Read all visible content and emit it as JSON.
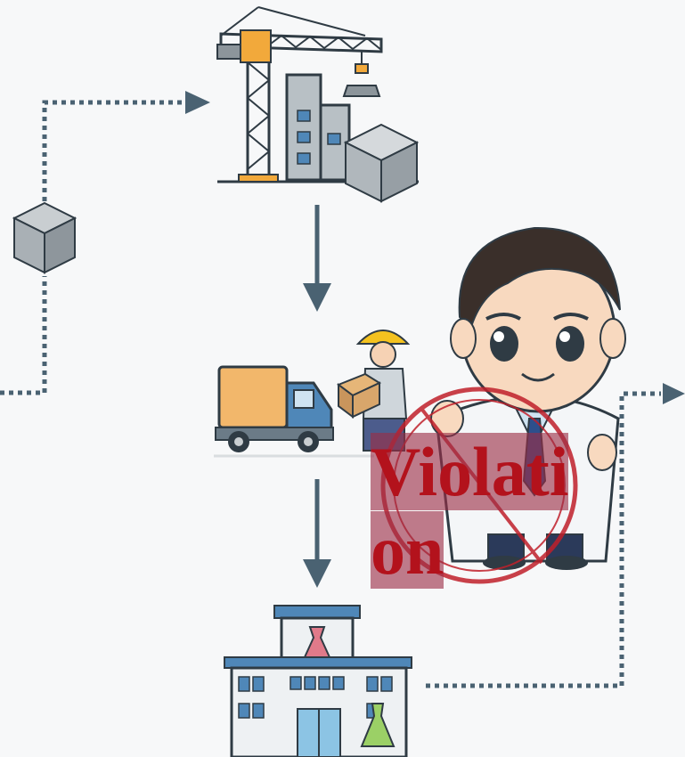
{
  "stamp": {
    "label": "Violation",
    "color": "#b3121c",
    "highlight_color": "#9b2d46"
  },
  "diagram": {
    "nodes": [
      "construction-site",
      "cement-block",
      "delivery-truck",
      "delivery-worker",
      "laboratory",
      "scientist"
    ],
    "connectors": [
      {
        "from": "left-edge",
        "to": "construction-site",
        "style": "dotted",
        "via": "cement-block"
      },
      {
        "from": "construction-site",
        "to": "delivery-truck",
        "style": "solid-arrow"
      },
      {
        "from": "delivery-truck",
        "to": "laboratory",
        "style": "solid-arrow"
      },
      {
        "from": "laboratory",
        "to": "right-edge",
        "style": "dotted"
      }
    ]
  }
}
